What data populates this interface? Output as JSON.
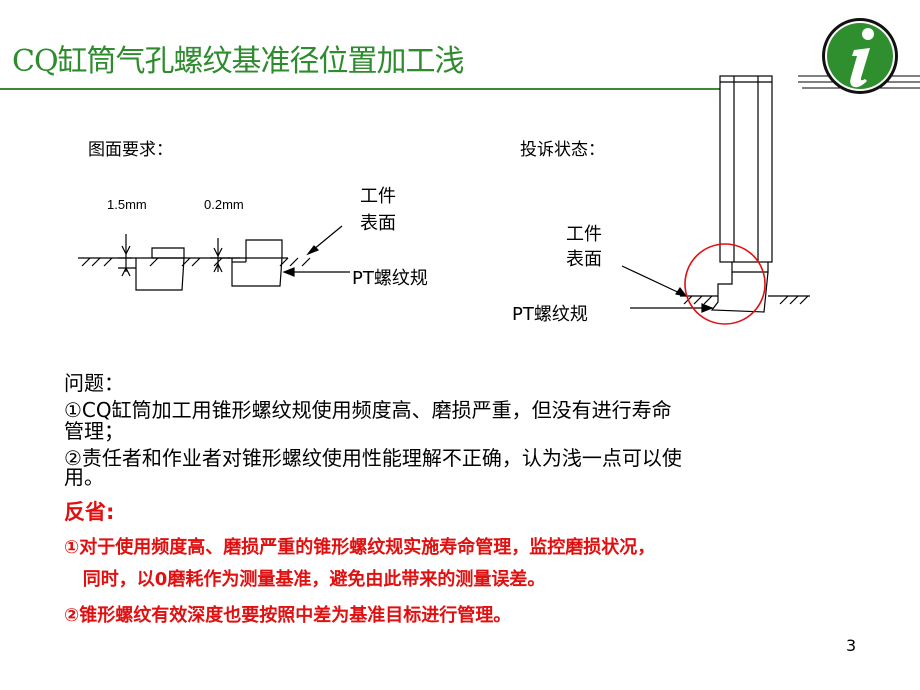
{
  "title": "CQ缸筒气孔螺纹基准径位置加工浅",
  "left_diagram": {
    "heading": "图面要求：",
    "dim1": "1.5mm",
    "dim2": "0.2mm",
    "surface_label_1": "工件",
    "surface_label_2": "表面",
    "gauge_label": "PT螺纹规"
  },
  "right_diagram": {
    "heading": "投诉状态：",
    "surface_label_1": "工件",
    "surface_label_2": "表面",
    "gauge_label": "PT螺纹规"
  },
  "problem": {
    "heading": "问题：",
    "lines": [
      "①CQ缸筒加工用锥形螺纹规使用频度高、磨损严重，但没有进行寿命",
      "管理；",
      "②责任者和作业者对锥形螺纹使用性能理解不正确，认为浅一点可以使",
      "用。"
    ]
  },
  "reflection": {
    "heading": "反省:",
    "lines": [
      "①对于使用频度高、磨损严重的锥形螺纹规实施寿命管理，监控磨损状况，",
      "   同时，以0磨耗作为测量基准，避免由此带来的测量误差。",
      "②锥形螺纹有效深度也要按照中差为基准目标进行管理。"
    ]
  },
  "page_number": "3",
  "colors": {
    "title": "#2e8b2e",
    "reflection": "#e01010",
    "logo": "#2f8f2f"
  }
}
